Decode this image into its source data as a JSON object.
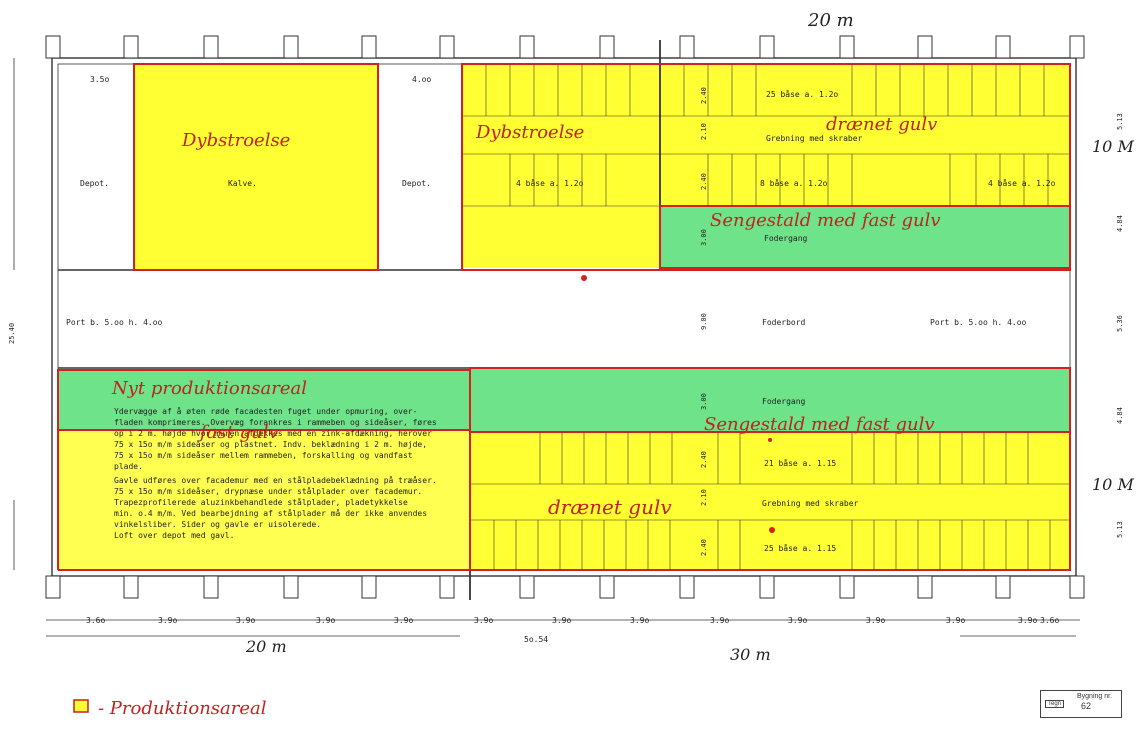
{
  "handwritten": {
    "top_dim": "20 m",
    "right_dim_upper": "10 M",
    "right_dim_lower": "10 M",
    "bottom_dim_left": "20 m",
    "bottom_dim_right": "30 m",
    "dybstroelse_left": "Dybstroelse",
    "dybstroelse_mid": "Dybstroelse",
    "draenet_upper": "drænet gulv",
    "draenet_lower": "drænet gulv",
    "sengestald_upper": "Sengestald med fast gulv",
    "sengestald_lower": "Sengestald med fast gulv",
    "nyt_produktion": "Nyt produktionsareal",
    "fast_gulv": "fast gulv",
    "legend": "- Produktionsareal"
  },
  "printed": {
    "w_35": "3.5o",
    "w_400": "4.oo",
    "depot_left": "Depot.",
    "kalve": "Kalve.",
    "depot_mid": "Depot.",
    "baase_25_top": "25 båse a. 1.2o",
    "grebning_top": "Grebning med skraber",
    "baase_4_left": "4 båse a. 1.2o",
    "baase_8": "8 båse a. 1.2o",
    "baase_4_right": "4 båse a. 1.2o",
    "fodergang_top": "Fodergang",
    "port_left": "Port b. 5.oo h. 4.oo",
    "foderbord": "Foderbord",
    "port_right": "Port b. 5.oo h. 4.oo",
    "fodergang_bottom": "Fodergang",
    "baase_21": "21 båse a. 1.15",
    "grebning_bottom": "Grebning med skraber",
    "baase_25_bottom": "25 båse a. 1.15",
    "v_240_a": "2.40",
    "v_210_a": "2.10",
    "v_240_b": "2.40",
    "v_300_a": "3.00",
    "v_900": "9.00",
    "v_300_b": "3.00",
    "v_240_c": "2.40",
    "v_210_b": "2.10",
    "v_240_d": "2.40",
    "left_total": "25.40",
    "spec_lines": [
      "Ydervægge af å øten røde facadesten fuget under opmuring, over-",
      "fladen komprimeres. Overvæg forankres i rammeben og sideåser, føres",
      "op i 2 m. højde hvor muren afdækkes med en zink-afdækning, herover",
      "75 x 15o m/m sideåser og plastnet. Indv. beklædning i 2 m. højde,",
      "75 x 15o m/m sideåser mellem rammeben, forskalling og vandfast",
      "plade.",
      "Gavle udføres over facademur med en stålpladebeklædning på træåser.",
      "75 x 15o m/m sideåser, drypnæse under stålplader over facademur.",
      "Trapezprofilerede aluzinkbehandlede stålplader, pladetykkelse",
      "min. o.4 m/m. Ved bearbejdning af stålplader må der ikke anvendes",
      "vinkelsliber. Sider og gavle er uisolerede.",
      "Loft over depot med gavl."
    ],
    "right_dims": [
      "5.13",
      "4.84",
      "5.36",
      "4.84",
      "5.13"
    ],
    "bottom_dims": [
      "3.6o",
      "3.9o",
      "3.9o",
      "3.9o",
      "3.9o",
      "3.9o",
      "3.9o",
      "3.9o",
      "3.9o",
      "3.9o",
      "3.9o",
      "3.9o",
      "3.9o",
      "3.6o"
    ],
    "bottom_total": "5o.54"
  },
  "stamp": {
    "ref": "Tegn",
    "label": "Bygning nr.",
    "num": "62"
  },
  "colors": {
    "yellow": "#ffff33",
    "green": "#6ee38a",
    "red": "#d42020",
    "line": "#333333"
  }
}
